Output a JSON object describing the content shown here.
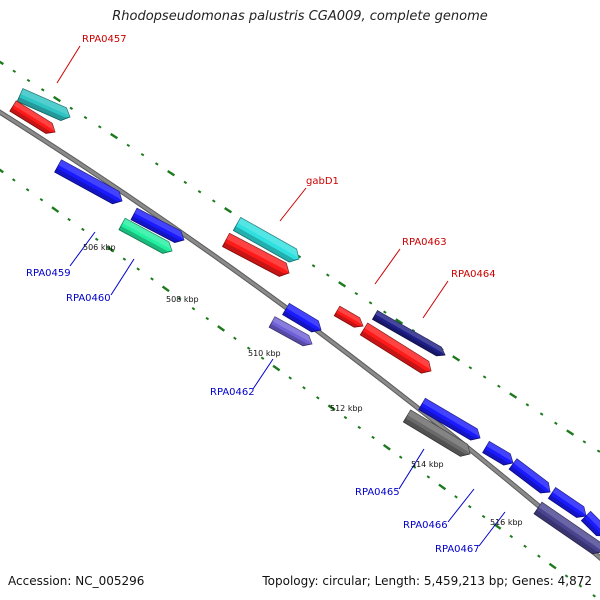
{
  "header": {
    "title": "Rhodopseudomonas palustris CGA009, complete genome"
  },
  "footer": {
    "accession": "Accession: NC_005296",
    "stats": "Topology: circular; Length: 5,459,213 bp; Genes: 4,872"
  },
  "colors": {
    "backbone": "#8a8a8a",
    "tick": "#1c7a1c",
    "label_forward": "#cc0000",
    "label_reverse": "#0000cc",
    "red": "#ff1a1a",
    "cyan": "#2fe0e0",
    "teal": "#2ec4c4",
    "blue": "#1a1aff",
    "navy": "#1e1e88",
    "purple": "#7060d8",
    "slate": "#4a4490",
    "mint": "#22f0a0",
    "gray": "#6a6a6a"
  },
  "kbp_labels": [
    "506 kbp",
    "508 kbp",
    "510 kbp",
    "512 kbp",
    "514 kbp",
    "516 kbp"
  ],
  "genes": [
    {
      "label": "RPA0457",
      "strand": "forward",
      "color": "teal"
    },
    {
      "label": "",
      "strand": "forward",
      "color": "red"
    },
    {
      "label": "RPA0459",
      "strand": "reverse",
      "color": "blue"
    },
    {
      "label": "RPA0460",
      "strand": "reverse",
      "color": "mint"
    },
    {
      "label": "",
      "strand": "reverse",
      "color": "blue"
    },
    {
      "label": "gabD1",
      "strand": "forward",
      "color": "cyan"
    },
    {
      "label": "",
      "strand": "forward",
      "color": "red"
    },
    {
      "label": "",
      "strand": "reverse",
      "color": "blue"
    },
    {
      "label": "RPA0462",
      "strand": "reverse",
      "color": "purple"
    },
    {
      "label": "RPA0463",
      "strand": "forward",
      "color": "red"
    },
    {
      "label": "RPA0464",
      "strand": "forward",
      "color": "navy"
    },
    {
      "label": "",
      "strand": "forward",
      "color": "red"
    },
    {
      "label": "RPA0465",
      "strand": "reverse",
      "color": "gray"
    },
    {
      "label": "",
      "strand": "reverse",
      "color": "blue"
    },
    {
      "label": "RPA0466",
      "strand": "reverse",
      "color": "blue"
    },
    {
      "label": "",
      "strand": "reverse",
      "color": "blue"
    },
    {
      "label": "",
      "strand": "reverse",
      "color": "blue"
    },
    {
      "label": "",
      "strand": "reverse",
      "color": "blue"
    },
    {
      "label": "RPA0467",
      "strand": "reverse",
      "color": "slate"
    }
  ]
}
